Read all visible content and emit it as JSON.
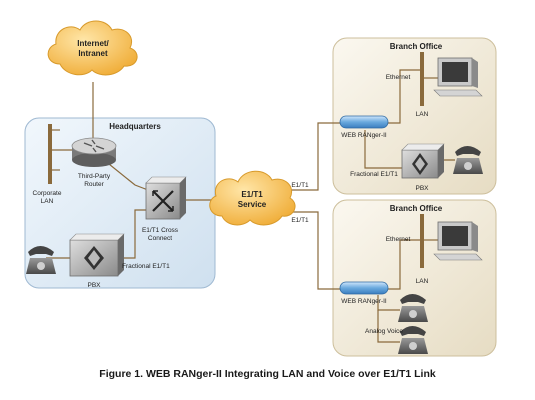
{
  "cloud_internet": {
    "line1": "Internet/",
    "line2": "Intranet"
  },
  "hq": {
    "title": "Headquarters",
    "lan_line1": "Corporate",
    "lan_line2": "LAN",
    "router_line1": "Third-Party",
    "router_line2": "Router",
    "crossconnect_line1": "E1/T1 Cross",
    "crossconnect_line2": "Connect",
    "fractional": "Fractional E1/T1",
    "pbx": "PBX"
  },
  "cloud_service": {
    "line1": "E1/T1",
    "line2": "Service"
  },
  "links": {
    "top": "E1/T1",
    "bottom": "E1/T1"
  },
  "branch_top": {
    "title": "Branch Office",
    "ethernet": "Ethernet",
    "lan": "LAN",
    "device": "WEB RANger-II",
    "fractional": "Fractional E1/T1",
    "pbx": "PBX"
  },
  "branch_bottom": {
    "title": "Branch Office",
    "ethernet": "Ethernet",
    "lan": "LAN",
    "device": "WEB RANger-II",
    "analog": "Analog Voice"
  },
  "caption": "Figure 1.  WEB RANger-II Integrating LAN and Voice over E1/T1 Link",
  "colors": {
    "hq_panel": "#e3eef7",
    "branch_panel": "#f2ecdd",
    "cloud": "#f7c35a",
    "line": "#8a6a3c",
    "device_blue": "#6aa9de"
  }
}
